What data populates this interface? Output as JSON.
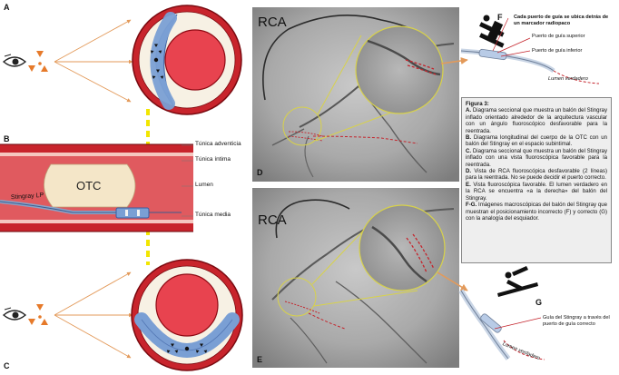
{
  "panels": {
    "a": "A",
    "b": "B",
    "c": "C",
    "d": "D",
    "e": "E",
    "f": "F",
    "g": "G"
  },
  "layers": {
    "adventicia": "Túnica adventicia",
    "intima": "Túnica íntima",
    "lumen": "Lumen",
    "media": "Túnica media"
  },
  "otc_label": "OTC",
  "device_label": "Stingray LP",
  "rca_top": "RCA",
  "rca_bottom": "RCA",
  "notes": {
    "radiopaque": "Cada puerto de guía se ubica detrás de un marcador radiopaco",
    "upper_port": "Puerto de guía superior",
    "lower_port": "Puerto de guía inferior",
    "true_lumen_f": "Lumen verdadero",
    "guide_correct": "Guía del Stingray a través del puerto de guía correcto",
    "true_lumen_g": "Lumen verdadero"
  },
  "caption": {
    "title": "Figura 3:",
    "a_key": "A.",
    "a_text": "Diagrama seccional que muestra un balón del Stingray inflado orientado alrededor de la arquitectura vascular con un ángulo fluoroscópico desfavorable para la reentrada.",
    "b_key": "B.",
    "b_text": "Diagrama longitudinal del cuerpo de la OTC con un balón del Stingray en el espacio subintimal.",
    "c_key": "C.",
    "c_text": "Diagrama seccional que muestra un balón del Stingray inflado con una vista fluoroscópica favorable para la reentrada.",
    "d_key": "D.",
    "d_text": "Vista de RCA fluoroscópica desfavorable (2 líneas) para la reentrada. No se puede decidir el puerto correcto.",
    "e_key": "E.",
    "e_text": "Vista fluoroscópica favorable. El lumen verdadero en la RCA se encuentra «a la derecha» del balón del Stingray.",
    "fg_key": "F-G.",
    "fg_text": "Imágenes macroscópicas del balón del Stingray que muestran el posicionamiento incorrecto (F) y correcto (G) con la analogía del esquiador."
  },
  "colors": {
    "vessel_red": "#c8242c",
    "lumen_red": "#e8434f",
    "balloon_blue": "#7a9fd4",
    "guide_yellow": "#f2e600",
    "arrow_orange": "#e39a5a",
    "caption_bg": "#eeeeee"
  }
}
